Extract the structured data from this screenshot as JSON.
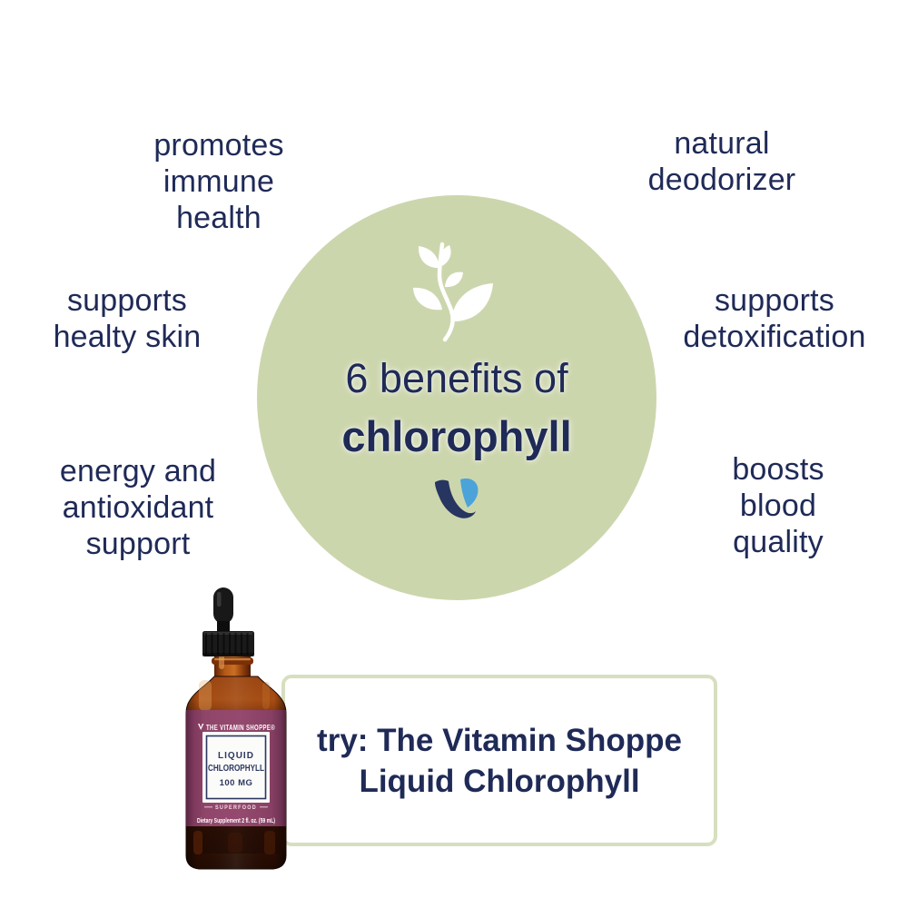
{
  "colors": {
    "text_navy": "#1f2a57",
    "circle_green": "#ccd6ad",
    "box_border_green": "#d6dfbf",
    "label_plum": "#8f466a",
    "label_panel_border_navy": "#2c3660",
    "logo_navy": "#273561",
    "logo_blue": "#4ba3d9",
    "leaf_white": "#ffffff"
  },
  "benefits": [
    {
      "lines": [
        "promotes",
        "immune",
        "health"
      ]
    },
    {
      "lines": [
        "natural",
        "deodorizer"
      ]
    },
    {
      "lines": [
        "supports",
        "healty skin"
      ]
    },
    {
      "lines": [
        "supports",
        "detoxification"
      ]
    },
    {
      "lines": [
        "energy and",
        "antioxidant",
        "support"
      ]
    },
    {
      "lines": [
        "boosts",
        "blood",
        "quality"
      ]
    }
  ],
  "center": {
    "heading_line1": "6 benefits of",
    "heading_line2": "chlorophyll"
  },
  "cta": {
    "line1": "try: The Vitamin Shoppe",
    "line2": "Liquid Chlorophyll"
  },
  "product_label": {
    "brand": "THE VITAMIN SHOPPE®",
    "title_line1": "LIQUID",
    "title_line2": "CHLOROPHYLL",
    "dose": "100 MG",
    "badge": "SUPERFOOD",
    "details": "Dietary Supplement  2 fl. oz. (59 mL)"
  }
}
